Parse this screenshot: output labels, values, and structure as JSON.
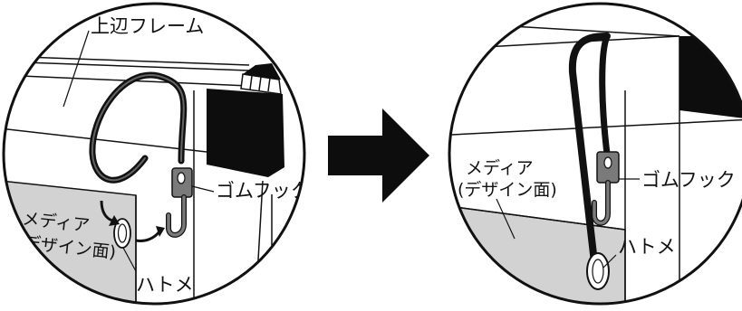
{
  "left_panel": {
    "label_top_frame": "上辺フレーム",
    "label_rubber_hook": "ゴムフック",
    "label_media_line1": "メディア",
    "label_media_line2": "(デザイン面)",
    "label_grommet": "ハトメ"
  },
  "right_panel": {
    "label_rubber_hook": "ゴムフック",
    "label_media_line1": "メディア",
    "label_media_line2": "(デザイン面)",
    "label_grommet": "ハトメ"
  },
  "colors": {
    "outline": "#111111",
    "black_fill": "#0d0d0d",
    "media_gray": "#d2d2d2",
    "hook_gray": "#7a7a7a"
  }
}
